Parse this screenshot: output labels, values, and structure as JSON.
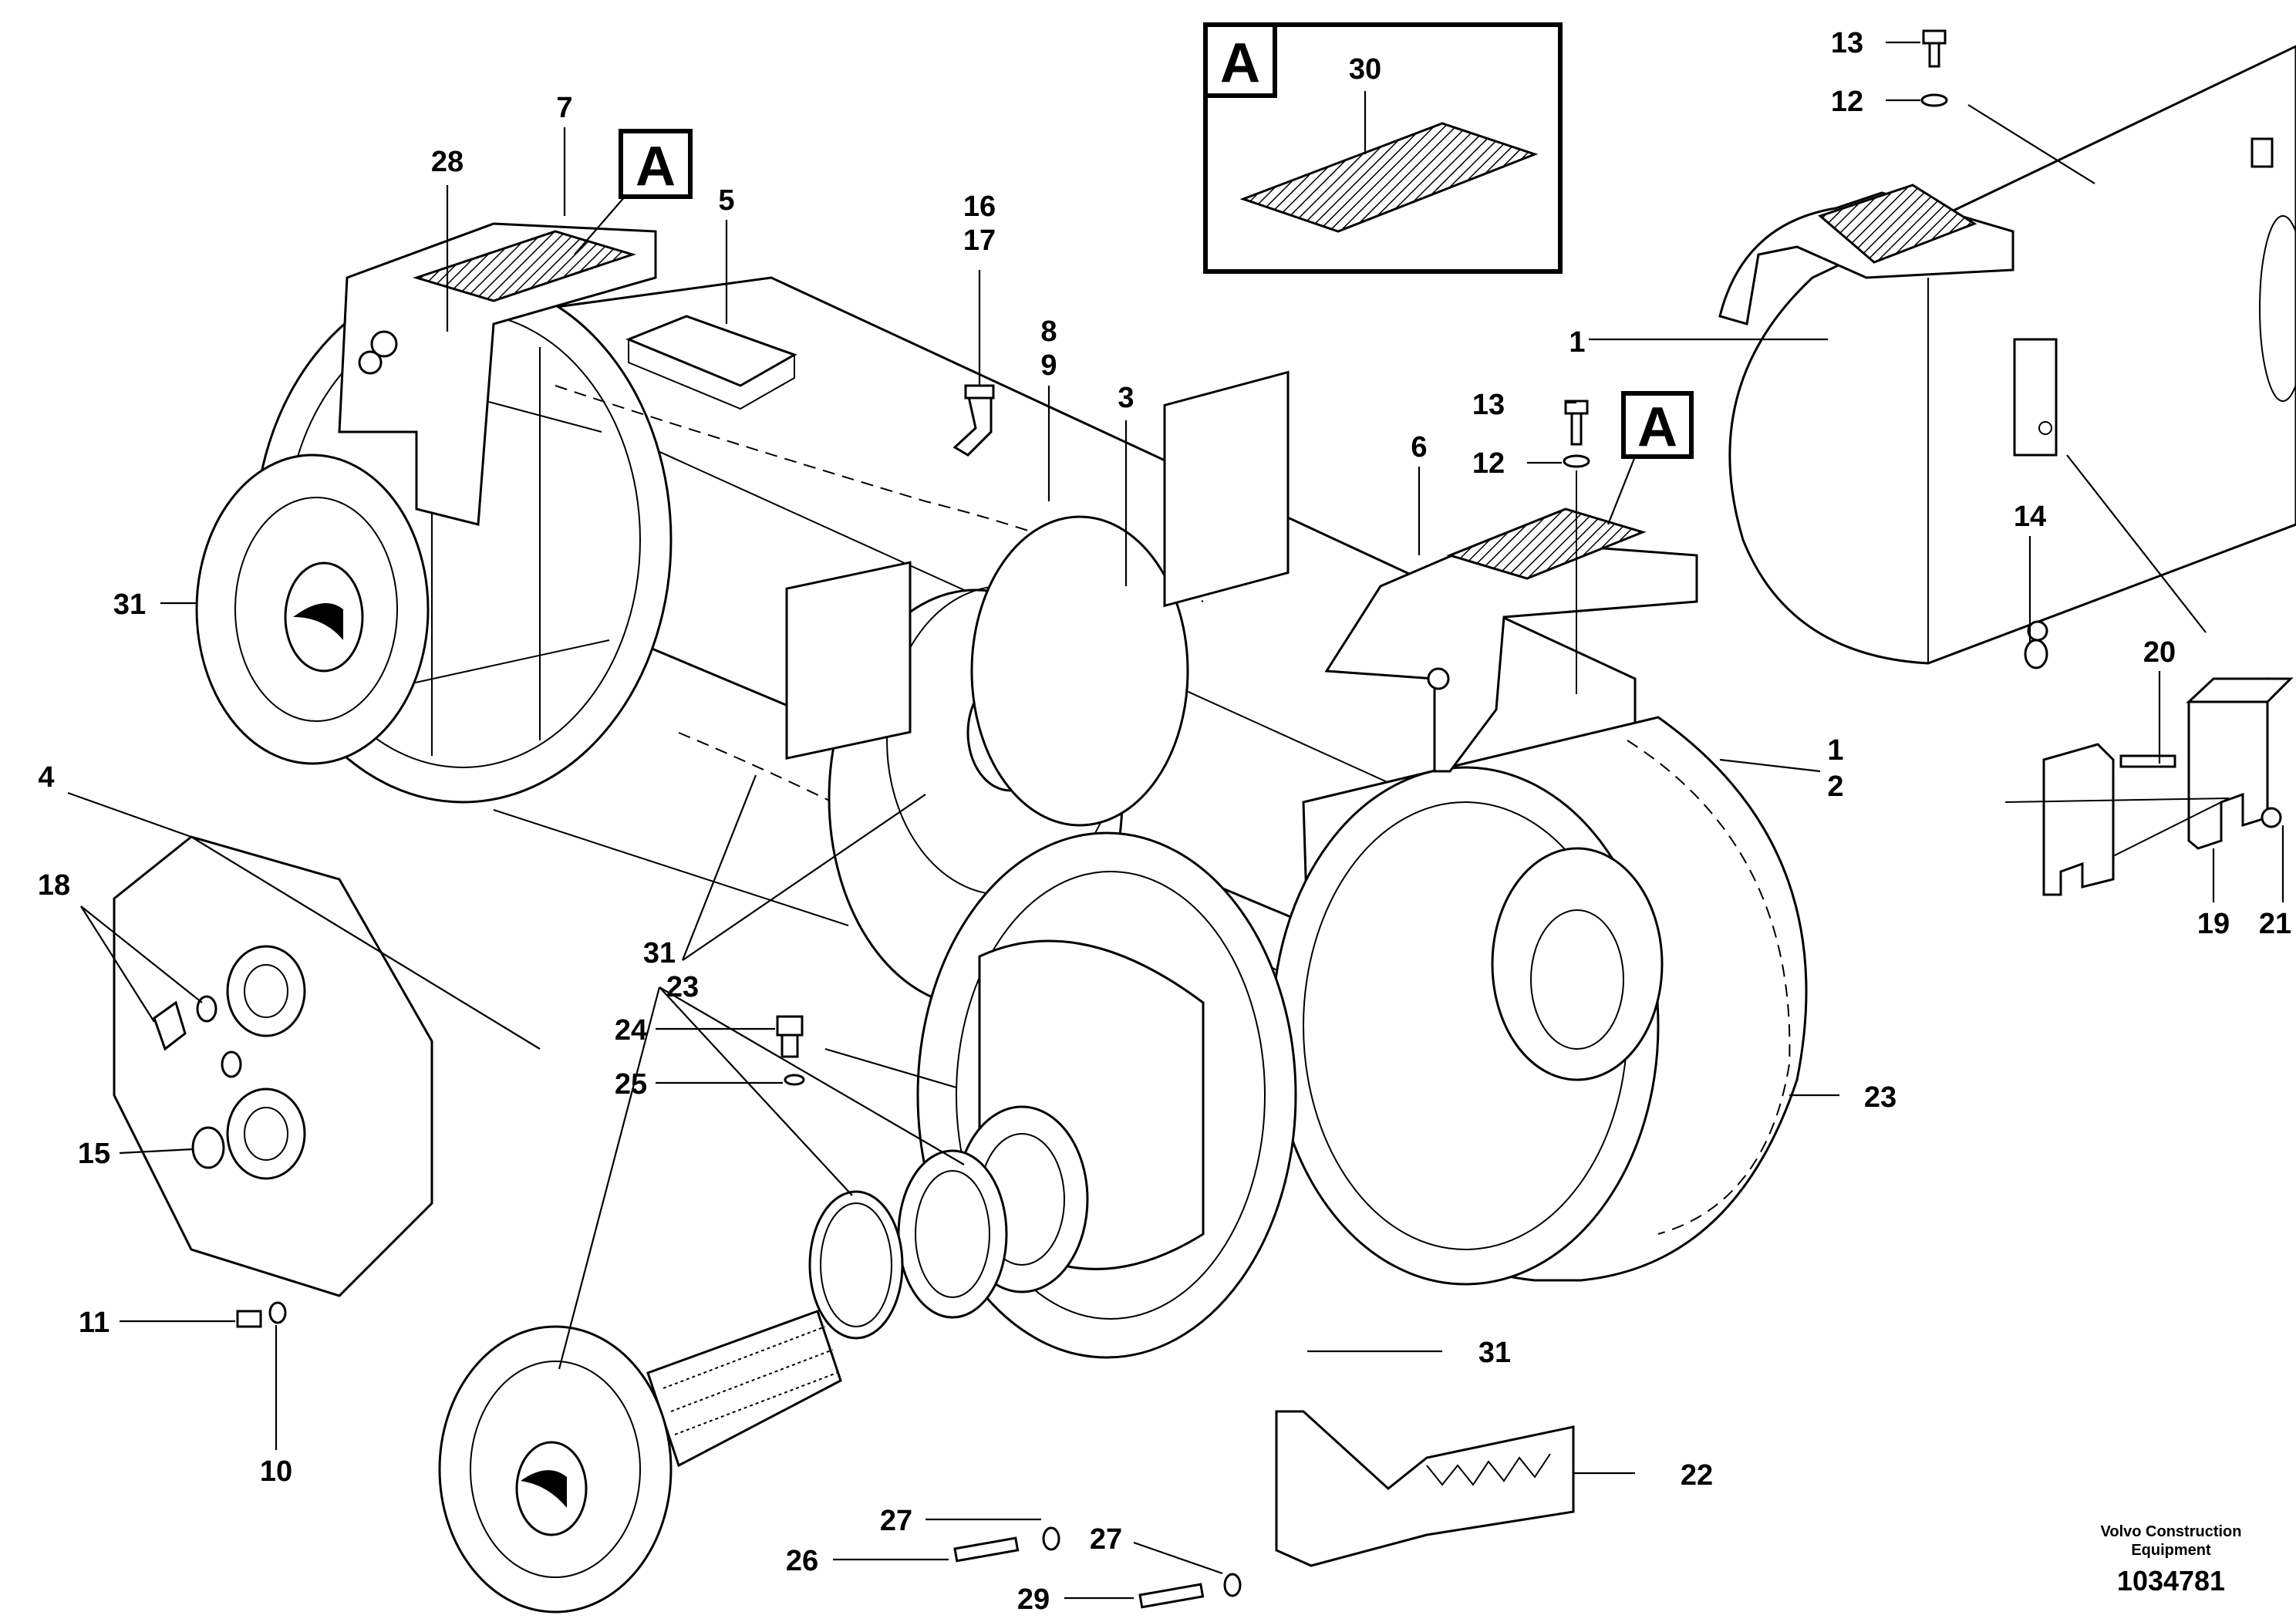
{
  "callouts": [
    {
      "id": "c1a",
      "text": "1"
    },
    {
      "id": "c1b",
      "text": "1"
    },
    {
      "id": "c2",
      "text": "2"
    },
    {
      "id": "c3",
      "text": "3"
    },
    {
      "id": "c4",
      "text": "4"
    },
    {
      "id": "c5",
      "text": "5"
    },
    {
      "id": "c6",
      "text": "6"
    },
    {
      "id": "c7",
      "text": "7"
    },
    {
      "id": "c8",
      "text": "8"
    },
    {
      "id": "c9",
      "text": "9"
    },
    {
      "id": "c10",
      "text": "10"
    },
    {
      "id": "c11",
      "text": "11"
    },
    {
      "id": "c12a",
      "text": "12"
    },
    {
      "id": "c12b",
      "text": "12"
    },
    {
      "id": "c13a",
      "text": "13"
    },
    {
      "id": "c13b",
      "text": "13"
    },
    {
      "id": "c14",
      "text": "14"
    },
    {
      "id": "c15",
      "text": "15"
    },
    {
      "id": "c16",
      "text": "16"
    },
    {
      "id": "c17",
      "text": "17"
    },
    {
      "id": "c18",
      "text": "18"
    },
    {
      "id": "c19",
      "text": "19"
    },
    {
      "id": "c20",
      "text": "20"
    },
    {
      "id": "c21",
      "text": "21"
    },
    {
      "id": "c22",
      "text": "22"
    },
    {
      "id": "c23a",
      "text": "23"
    },
    {
      "id": "c23b",
      "text": "23"
    },
    {
      "id": "c24",
      "text": "24"
    },
    {
      "id": "c25",
      "text": "25"
    },
    {
      "id": "c26",
      "text": "26"
    },
    {
      "id": "c27a",
      "text": "27"
    },
    {
      "id": "c27b",
      "text": "27"
    },
    {
      "id": "c28",
      "text": "28"
    },
    {
      "id": "c29",
      "text": "29"
    },
    {
      "id": "c30",
      "text": "30"
    },
    {
      "id": "c31a",
      "text": "31"
    },
    {
      "id": "c31b",
      "text": "31"
    },
    {
      "id": "c31c",
      "text": "31"
    }
  ],
  "detail_box": {
    "label": "A"
  },
  "section_labels": [
    "A",
    "A"
  ],
  "footer": {
    "credit_line1": "Volvo Construction",
    "credit_line2": "Equipment",
    "doc_number": "1034781"
  }
}
